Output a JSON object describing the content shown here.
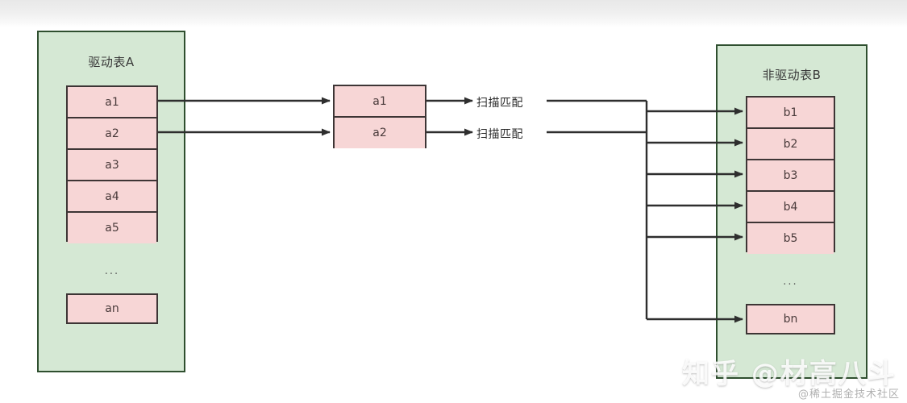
{
  "diagram": {
    "title": "MySQL Join Scan Match Diagram",
    "colors": {
      "table_fill": "#d5e8d4",
      "table_stroke": "#2f4f2f",
      "row_fill": "#f7d6d6",
      "row_stroke": "#3d3535",
      "line": "#3a3a3a",
      "page_background": "#ffffff"
    }
  },
  "driving_table": {
    "label": "驱动表A",
    "rows": [
      "a1",
      "a2",
      "a3",
      "a4",
      "a5"
    ],
    "ellipsis": "...",
    "last_row": "an"
  },
  "scan_block": {
    "rows": [
      "a1",
      "a2"
    ]
  },
  "edge_labels": [
    "扫描匹配",
    "扫描匹配"
  ],
  "driven_table": {
    "label": "非驱动表B",
    "rows": [
      "b1",
      "b2",
      "b3",
      "b4",
      "b5"
    ],
    "ellipsis": "...",
    "last_row": "bn"
  },
  "watermark": {
    "main": "知乎 @材高八斗",
    "sub": "@稀土掘金技术社区"
  }
}
